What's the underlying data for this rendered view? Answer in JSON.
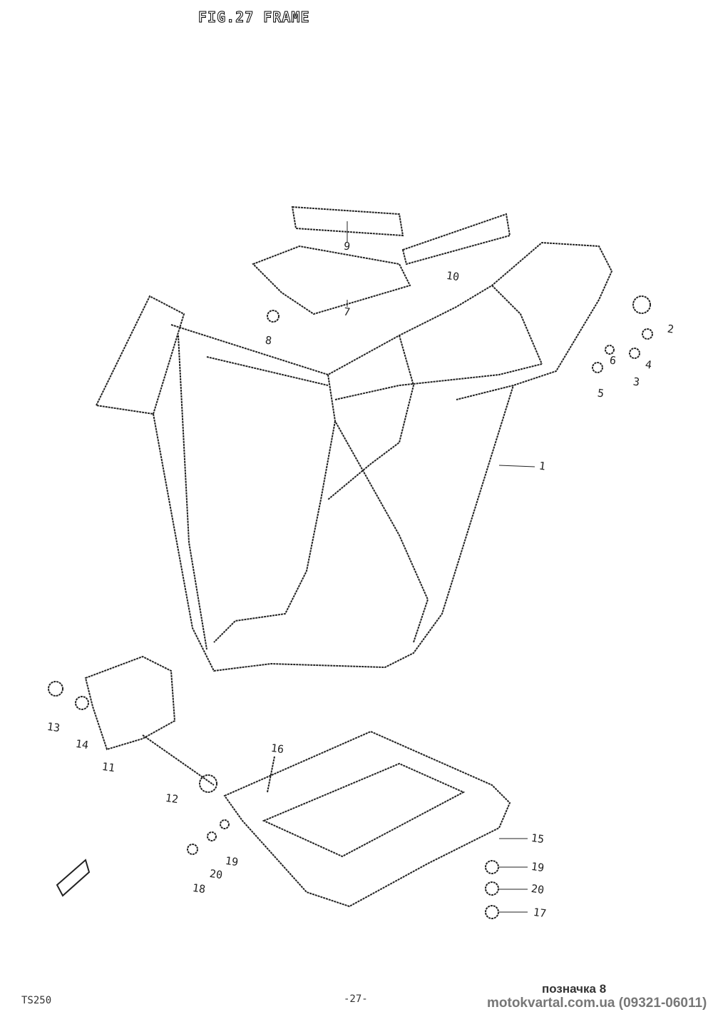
{
  "title": "FIG.27 FRAME",
  "part_labels": {
    "p1": "1",
    "p2": "2",
    "p3": "3",
    "p4": "4",
    "p5": "5",
    "p6": "6",
    "p7": "7",
    "p8": "8",
    "p9": "9",
    "p10": "10",
    "p11": "11",
    "p12": "12",
    "p13": "13",
    "p14": "14",
    "p15": "15",
    "p16": "16",
    "p17": "17",
    "p18": "18",
    "p19a": "19",
    "p19b": "19",
    "p20a": "20",
    "p20b": "20"
  },
  "footer": {
    "model": "TS250",
    "page": "-27-",
    "note": "позначка 8",
    "site": "motokvartal.com.ua (09321-06011)"
  }
}
